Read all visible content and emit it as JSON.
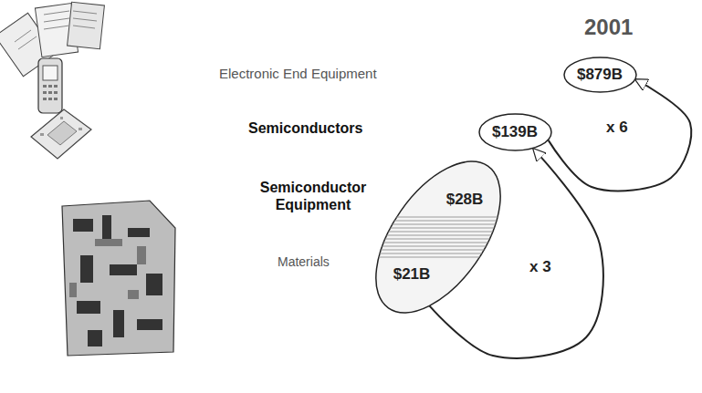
{
  "diagram": {
    "nodes": [
      {
        "text": [
          "$879B"
        ]
      },
      {
        "text": [
          "$139B"
        ]
      },
      {
        "text": [
          "$28B",
          "$21B"
        ]
      }
    ],
    "edges": [
      {
        "from": 2,
        "to": 1,
        "label": "x 3",
        "arrow": "to"
      },
      {
        "from": 1,
        "to": 0,
        "label": "x 6",
        "arrow": "to"
      }
    ],
    "labels": [
      "2001",
      "Electronic End Equipment",
      "Semiconductors",
      "Semiconductor Equipment",
      "Materials"
    ]
  }
}
